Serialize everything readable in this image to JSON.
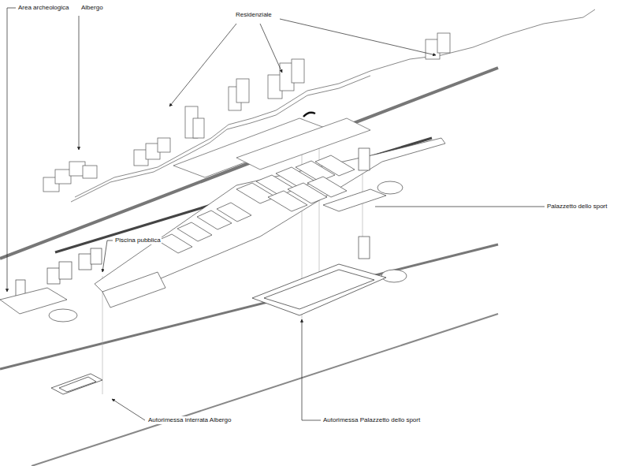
{
  "diagram": {
    "labels": [
      "Area archeologica",
      "Albergo",
      "Residenziale",
      "Palazzetto dello sport",
      "Piscina pubblica",
      "Autorimessa interrata Albergo",
      "Autorimessa Palazzetto dello sport"
    ]
  }
}
